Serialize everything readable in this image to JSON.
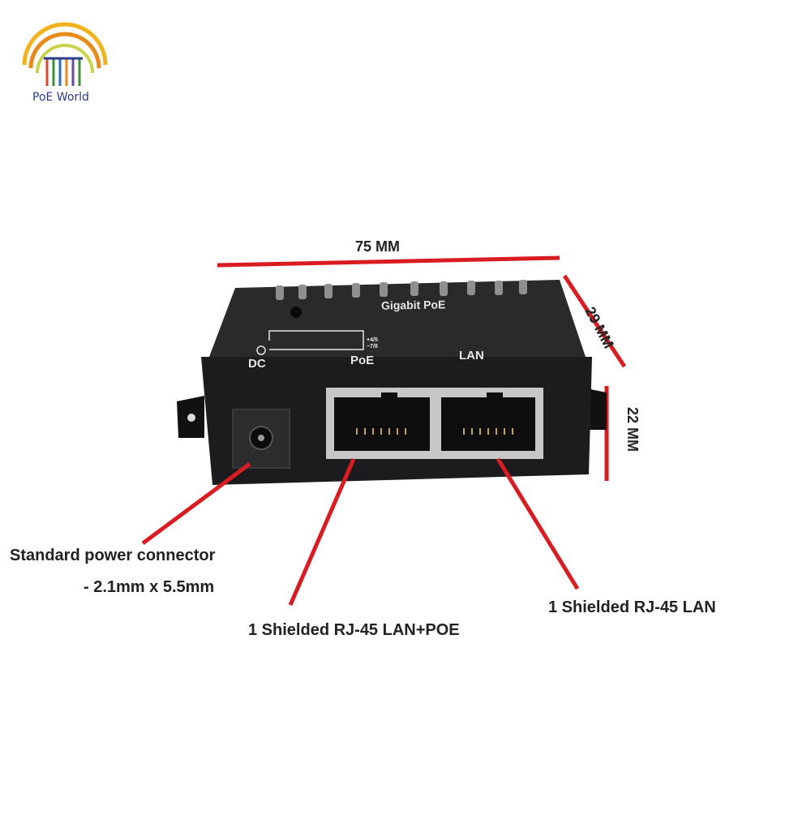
{
  "logo": {
    "name": "PoE World"
  },
  "dimensions": {
    "length": "75 MM",
    "width": "29 MM",
    "height": "22 MM"
  },
  "device": {
    "model_label": "Gigabit PoE",
    "port_dc": "DC",
    "port_poe": "PoE",
    "port_lan": "LAN",
    "pin_plus": "+4/5",
    "pin_minus": "−7/8"
  },
  "callouts": {
    "power_line1": "Standard power connector",
    "power_line2": "- 2.1mm x 5.5mm",
    "poe_port": "1 Shielded RJ-45 LAN+POE",
    "lan_port": "1 Shielded RJ-45 LAN"
  },
  "colors": {
    "accent_red": "#d91c22",
    "device_body": "#1c1c1e",
    "logo_blue": "#2b3a8c"
  }
}
